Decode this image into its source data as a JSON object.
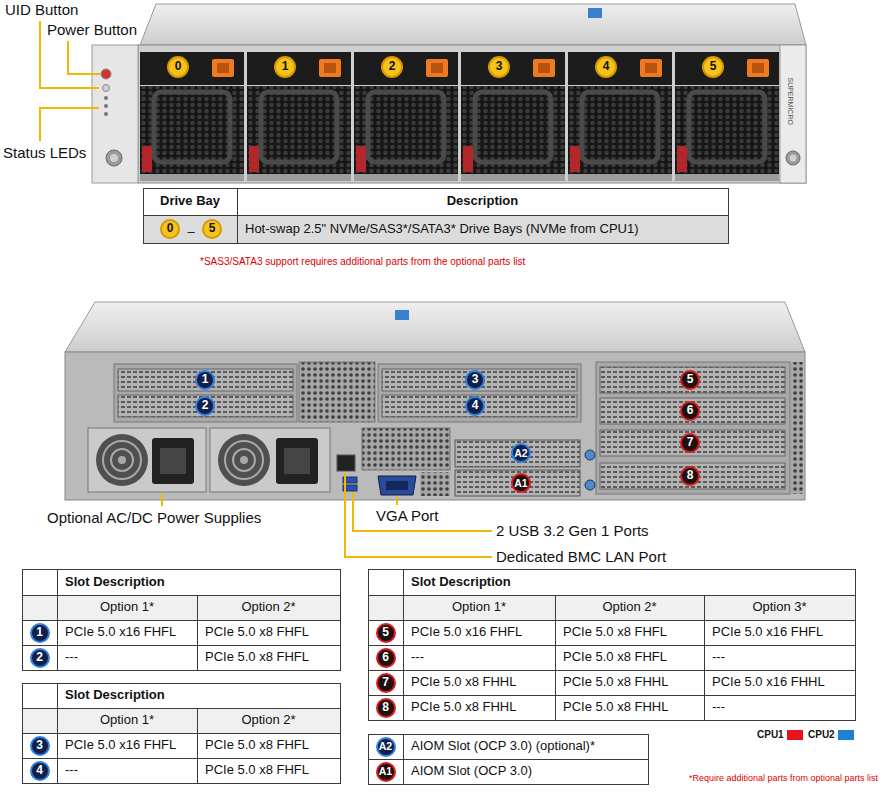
{
  "diagram": {
    "nodes": [
      {
        "text": [
          "0"
        ]
      },
      {
        "text": [
          "1"
        ]
      },
      {
        "text": [
          "2"
        ]
      },
      {
        "text": [
          "3"
        ]
      },
      {
        "text": [
          "4"
        ]
      },
      {
        "text": [
          "5"
        ]
      },
      {
        "text": [
          "0"
        ]
      },
      {
        "text": [
          "5"
        ]
      },
      {
        "text": [
          "1"
        ]
      },
      {
        "text": [
          "2"
        ]
      },
      {
        "text": [
          "3"
        ]
      },
      {
        "text": [
          "4"
        ]
      },
      {
        "text": [
          "5"
        ]
      },
      {
        "text": [
          "6"
        ]
      },
      {
        "text": [
          "7"
        ]
      },
      {
        "text": [
          "8"
        ]
      },
      {
        "text": [
          "A2"
        ]
      },
      {
        "text": [
          "A1"
        ]
      },
      {
        "text": [
          "1"
        ]
      },
      {
        "text": [
          "2"
        ]
      },
      {
        "text": [
          "3"
        ]
      },
      {
        "text": [
          "4"
        ]
      },
      {
        "text": [
          "5"
        ]
      },
      {
        "text": [
          "6"
        ]
      },
      {
        "text": [
          "7"
        ]
      },
      {
        "text": [
          "8"
        ]
      },
      {
        "text": [
          "A2"
        ]
      },
      {
        "text": [
          "A1"
        ]
      }
    ],
    "labels": [
      "UID Button",
      "Power Button",
      "Status LEDs",
      "SUPERMICRO",
      "Drive Bay",
      "Description",
      "–",
      "Hot-swap 2.5\" NVMe/SAS3*/SATA3* Drive Bays (NVMe from CPU1)",
      "*SAS3/SATA3 support requires additional parts from the optional parts list",
      "Optional AC/DC Power Supplies",
      "VGA Port",
      "2 USB 3.2 Gen 1 Ports",
      "Dedicated BMC LAN Port",
      "Slot Description",
      "Option 1*",
      "Option 2*",
      "PCIe 5.0 x16 FHFL",
      "PCIe 5.0 x8 FHFL",
      "---",
      "PCIe 5.0 x8 FHFL",
      "Slot Description",
      "Option 1*",
      "Option 2*",
      "PCIe 5.0 x16 FHFL",
      "PCIe 5.0 x8 FHFL",
      "---",
      "PCIe 5.0 x8 FHFL",
      "Slot Description",
      "Option 1*",
      "Option 2*",
      "Option 3*",
      "PCIe 5.0 x16 FHFL",
      "PCIe 5.0 x8 FHFL",
      "PCIe 5.0 x16 FHFL",
      "---",
      "PCIe 5.0 x8 FHFL",
      "---",
      "PCIe 5.0 x8 FHHL",
      "PCIe 5.0 x8 FHHL",
      "PCIe 5.0 x16 FHHL",
      "PCIe 5.0 x8 FHHL",
      "PCIe 5.0 x8 FHHL",
      "---",
      "AIOM Slot (OCP 3.0) (optional)*",
      "AIOM Slot (OCP 3.0)",
      "*Require additional parts from optional parts list"
    ],
    "legend": [
      {
        "text": "CPU1",
        "color": "#e8141c"
      },
      {
        "text": "CPU2",
        "color": "#1f7fd6"
      }
    ]
  }
}
